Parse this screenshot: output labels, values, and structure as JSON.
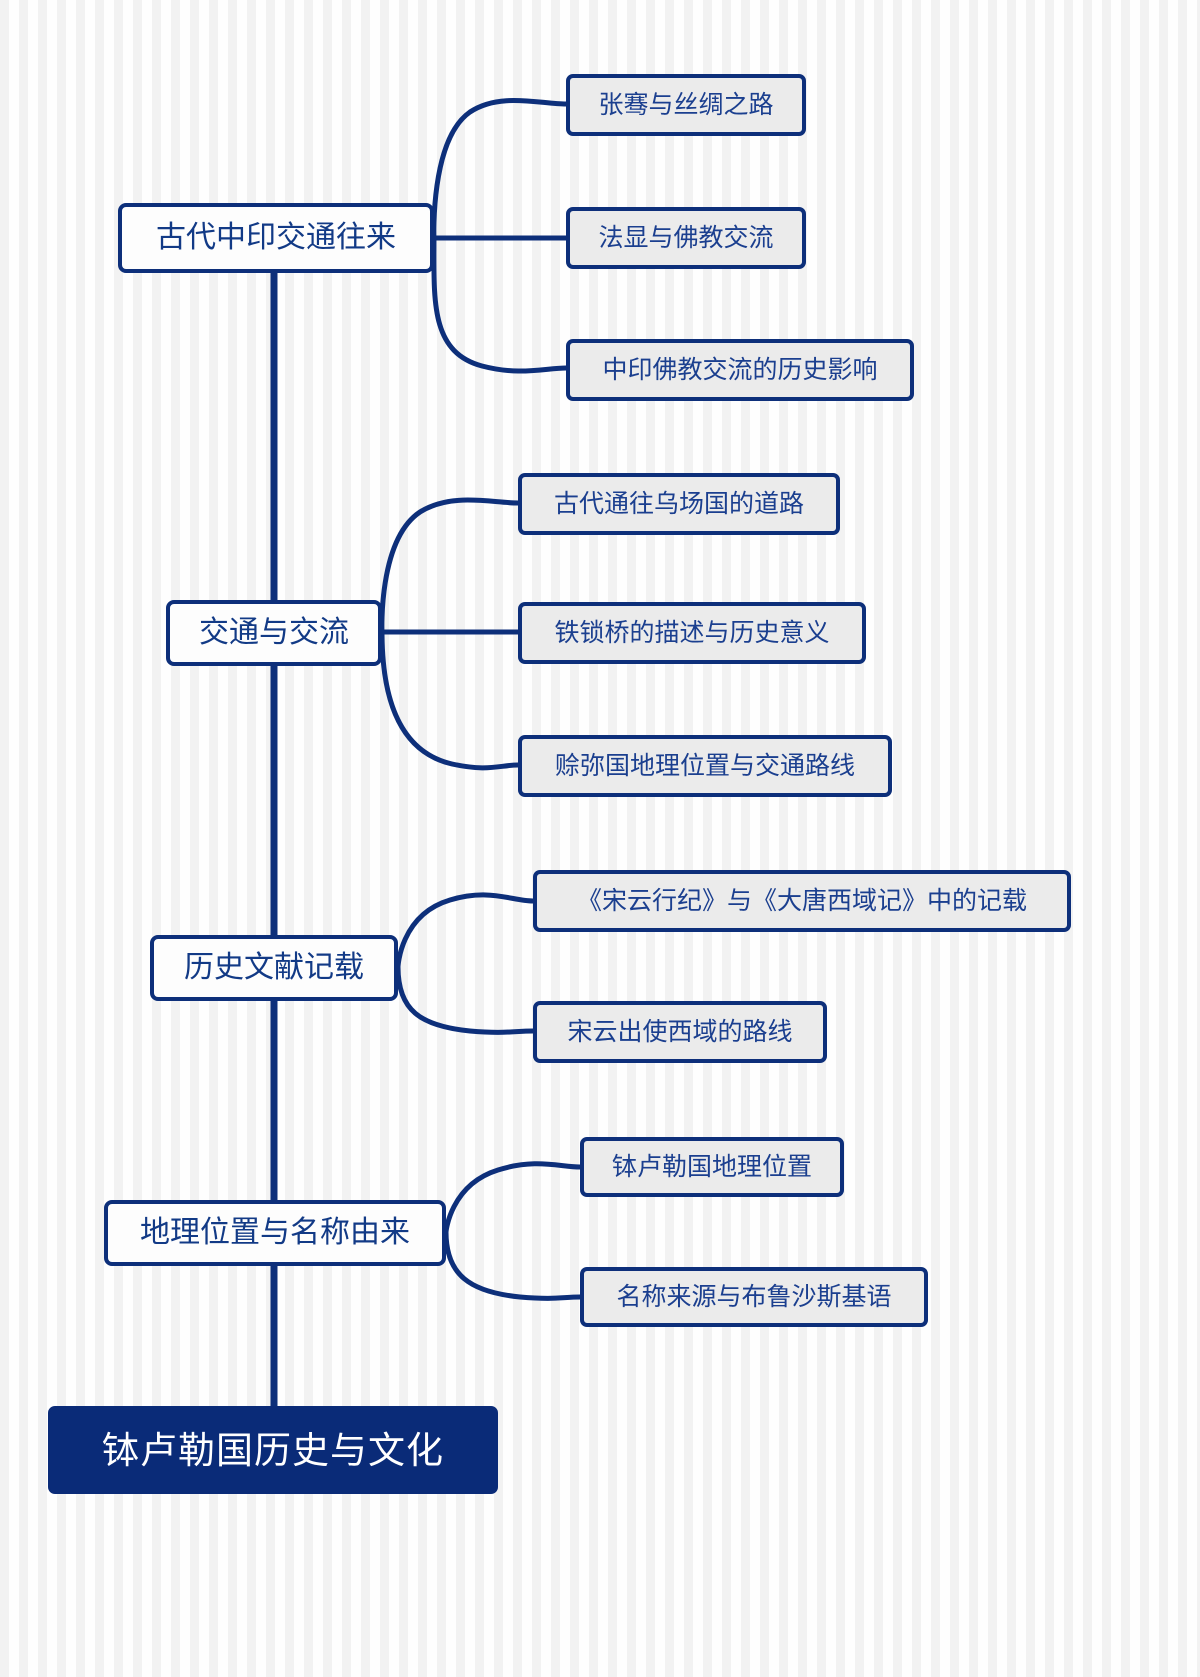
{
  "diagram": {
    "type": "mindmap",
    "title": "钵卢勒国历史与文化",
    "colors": {
      "root_fill": "#0a2b78",
      "root_text": "#ffffff",
      "branch_fill": "#fdfdfd",
      "leaf_fill": "#ebebeb",
      "stroke": "#0d2f7a",
      "node_text": "#1b3f8f",
      "background": "#f7f7f7"
    },
    "root": {
      "label": "钵卢勒国历史与文化"
    },
    "branches": [
      {
        "label": "古代中印交通往来",
        "children": [
          {
            "label": "张骞与丝绸之路"
          },
          {
            "label": "法显与佛教交流"
          },
          {
            "label": "中印佛教交流的历史影响"
          }
        ]
      },
      {
        "label": "交通与交流",
        "children": [
          {
            "label": "古代通往乌场国的道路"
          },
          {
            "label": "铁锁桥的描述与历史意义"
          },
          {
            "label": "赊弥国地理位置与交通路线"
          }
        ]
      },
      {
        "label": "历史文献记载",
        "children": [
          {
            "label": "《宋云行纪》与《大唐西域记》中的记载"
          },
          {
            "label": "宋云出使西域的路线"
          }
        ]
      },
      {
        "label": "地理位置与名称由来",
        "children": [
          {
            "label": "钵卢勒国地理位置"
          },
          {
            "label": "名称来源与布鲁沙斯基语"
          }
        ]
      }
    ]
  }
}
